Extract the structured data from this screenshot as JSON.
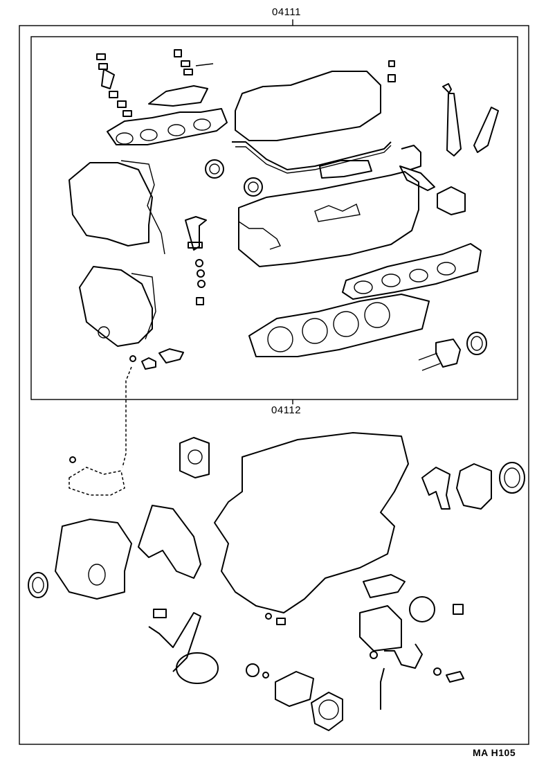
{
  "diagram": {
    "kit_upper_label": "04111",
    "kit_lower_label": "04112",
    "figure_code": "MA H105"
  }
}
